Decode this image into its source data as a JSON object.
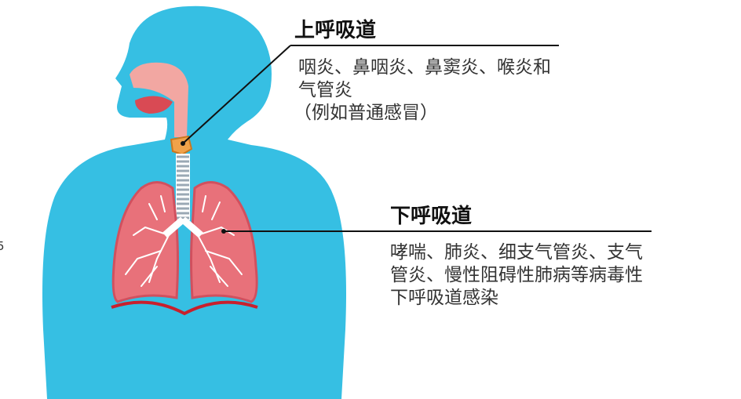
{
  "upper": {
    "title": "上呼吸道",
    "lines": [
      "咽炎、鼻咽炎、鼻窦炎、喉炎和",
      "气管炎",
      "（例如普通感冒）"
    ]
  },
  "lower": {
    "title": "下呼吸道",
    "lines": [
      "哮喘、肺炎、细支气管炎、支气",
      "管炎、慢性阻碍性肺病等病毒性",
      "下呼吸道感染"
    ]
  },
  "edge_fragment": "5",
  "colors": {
    "body": "#36bfe3",
    "lung": "#e8717a",
    "lung_edge": "#d1505e",
    "diaphragm": "#c8202d",
    "trachea_ring": "#9aa8b4",
    "larynx": "#f0a24a",
    "nasal_cavity": "#f2a7a2",
    "leader_line": "#111111"
  }
}
